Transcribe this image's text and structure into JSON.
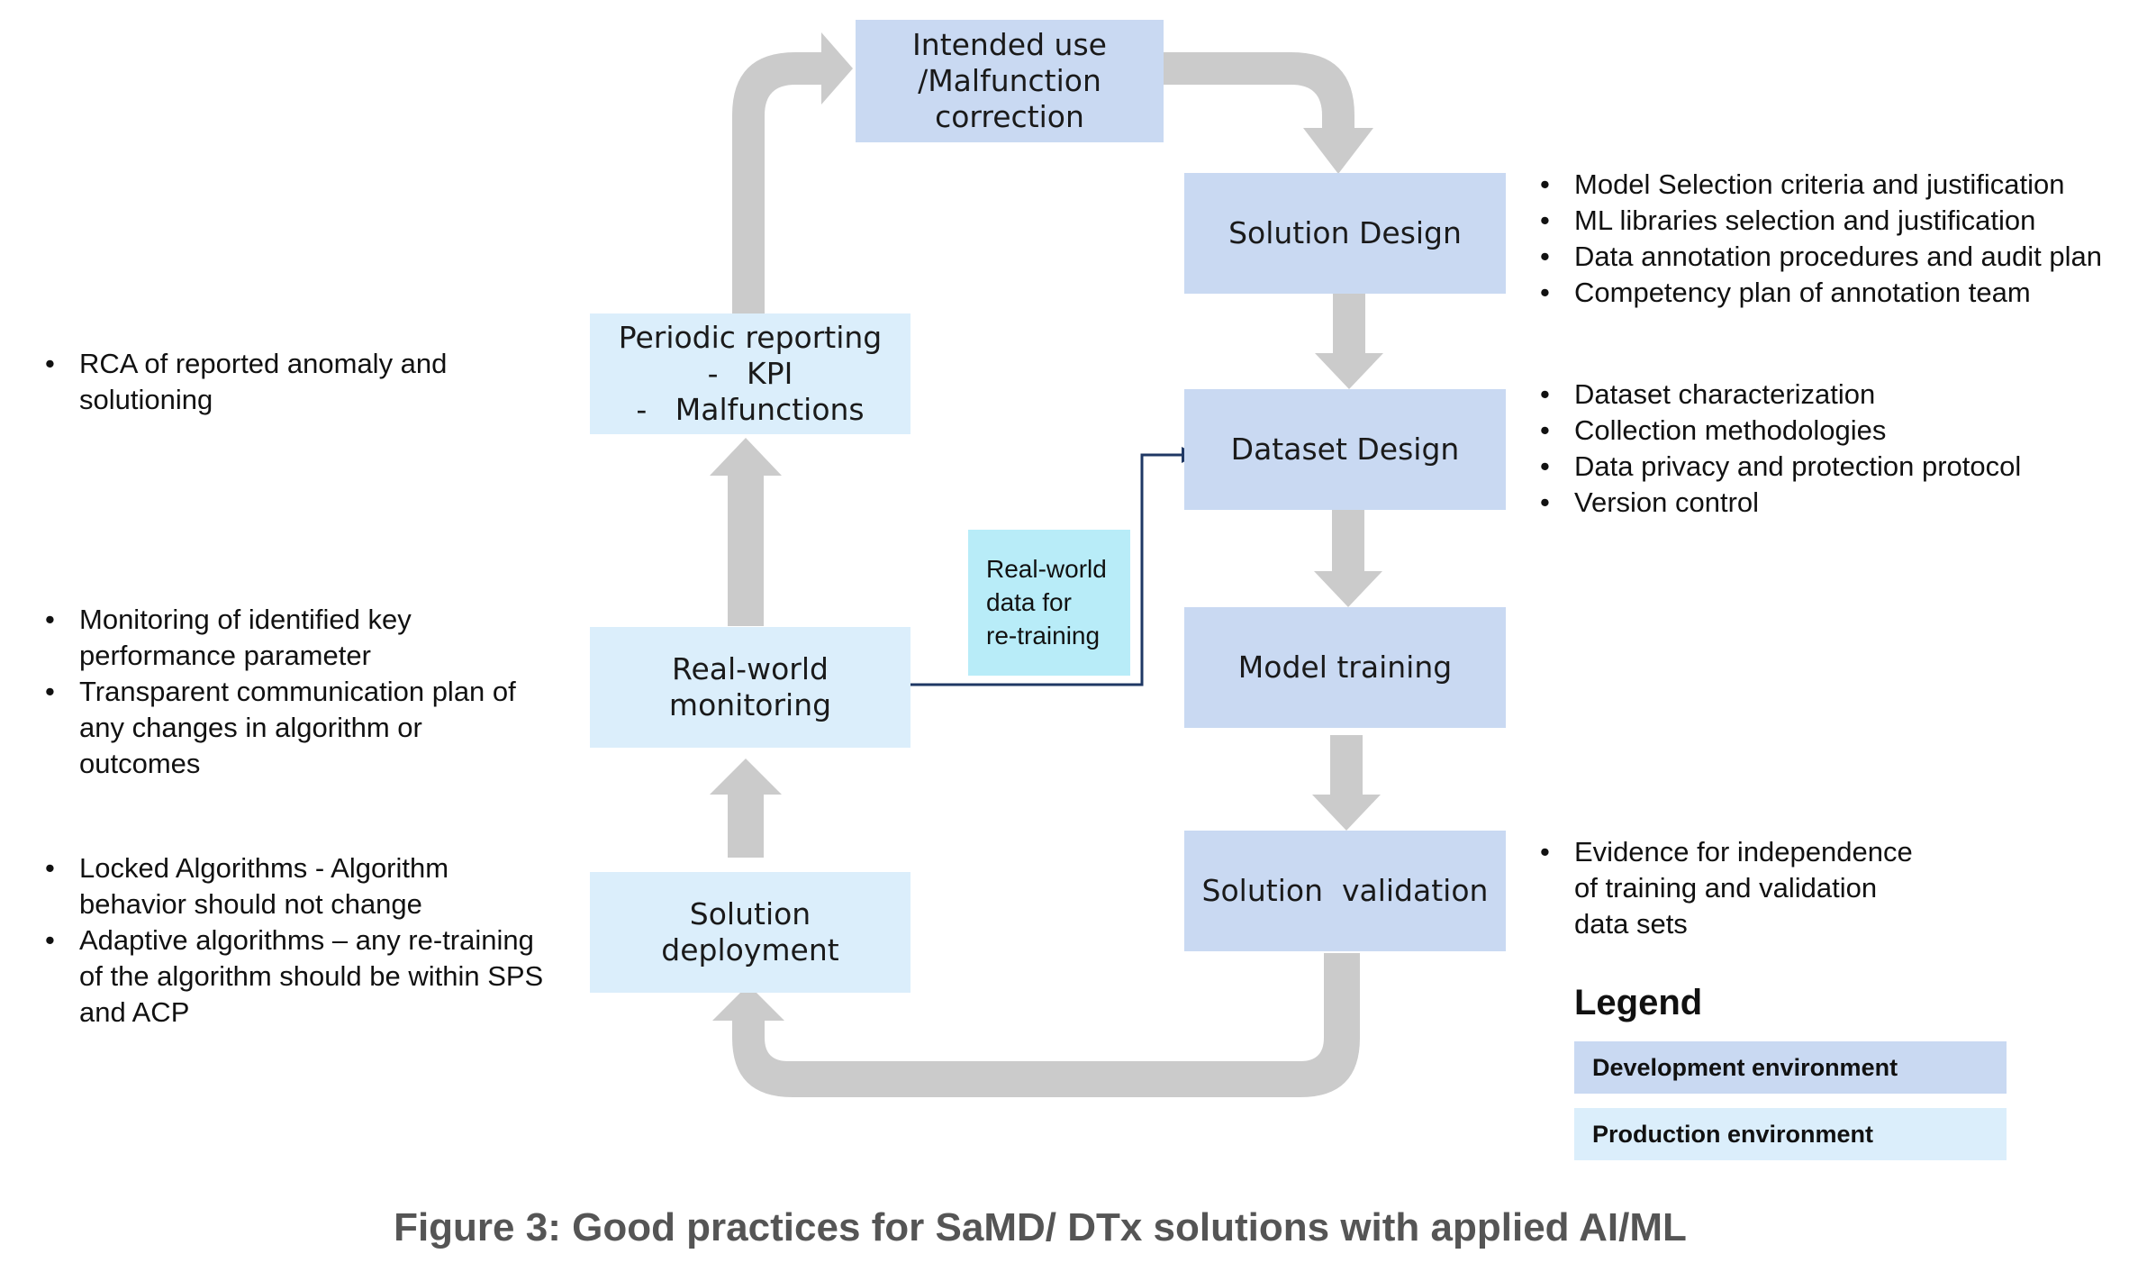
{
  "colors": {
    "development": "#c9d9f2",
    "production": "#dbeefb",
    "flow_arrow": "#cbcbcb",
    "retrain_note": "#b8ecf8",
    "connector": "#1f3864"
  },
  "boxes": {
    "intended_use": {
      "lines": [
        "Intended use",
        "/Malfunction",
        "correction"
      ],
      "env": "development"
    },
    "solution_design": {
      "lines": [
        "Solution Design"
      ],
      "env": "development"
    },
    "dataset_design": {
      "lines": [
        "Dataset Design"
      ],
      "env": "development"
    },
    "model_training": {
      "lines": [
        "Model training"
      ],
      "env": "development"
    },
    "solution_validation": {
      "lines": [
        "Solution  validation"
      ],
      "env": "development"
    },
    "periodic_reporting": {
      "lines": [
        "Periodic reporting",
        "-   KPI",
        "-   Malfunctions"
      ],
      "env": "production"
    },
    "real_world_monitoring": {
      "lines": [
        "Real-world",
        "monitoring"
      ],
      "env": "production"
    },
    "solution_deployment": {
      "lines": [
        "Solution",
        "deployment"
      ],
      "env": "production"
    }
  },
  "retrain_note": {
    "lines": [
      "Real-world",
      "data for",
      "re-training"
    ]
  },
  "notes": {
    "solution_design": [
      "Model Selection criteria and justification",
      "ML libraries selection and justification",
      "Data annotation procedures and audit plan",
      "Competency plan of annotation team"
    ],
    "dataset_design": [
      "Dataset characterization",
      "Collection methodologies",
      "Data privacy and protection protocol",
      "Version control"
    ],
    "solution_validation": [
      "Evidence for independence\nof training and validation\ndata sets"
    ],
    "periodic_reporting": [
      "RCA of reported anomaly and\nsolutioning"
    ],
    "monitoring": [
      "Monitoring of identified key\nperformance parameter",
      "Transparent communication plan of\nany changes in algorithm or\noutcomes"
    ],
    "deployment": [
      "Locked Algorithms  - Algorithm\nbehavior should not change",
      "Adaptive algorithms – any re-training\nof the algorithm should be within SPS\nand ACP"
    ]
  },
  "legend": {
    "title": "Legend",
    "items": [
      {
        "label": "Development environment",
        "env": "development"
      },
      {
        "label": "Production environment",
        "env": "production"
      }
    ]
  },
  "caption": "Figure 3: Good practices for SaMD/ DTx solutions with applied AI/ML"
}
